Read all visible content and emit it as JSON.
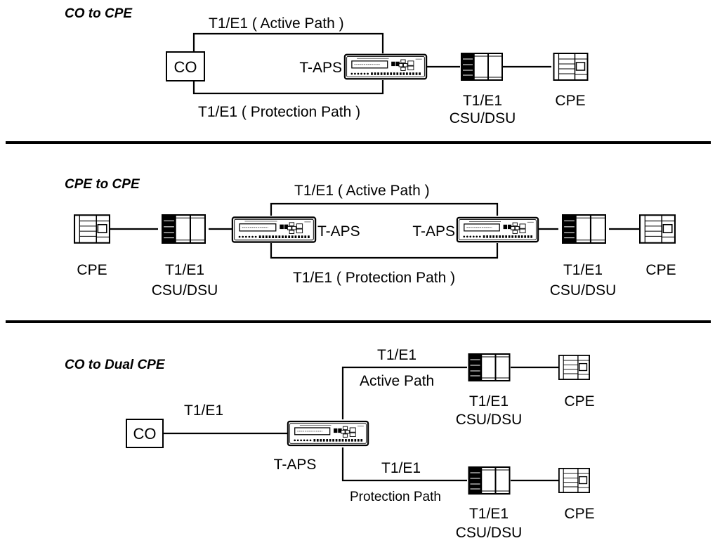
{
  "sections": [
    {
      "title": "CO to CPE",
      "co_label": "CO",
      "device_label": "T-APS",
      "active_path": "T1/E1 ( Active Path )",
      "protection_path": "T1/E1  ( Protection Path )",
      "csu_line1": "T1/E1",
      "csu_line2": "CSU/DSU",
      "cpe_label": "CPE"
    },
    {
      "title": "CPE to CPE",
      "left_cpe": "CPE",
      "left_csu_line1": "T1/E1",
      "left_csu_line2": "CSU/DSU",
      "left_device": "T-APS",
      "right_device": "T-APS",
      "active_path": "T1/E1  ( Active Path )",
      "protection_path": "T1/E1  ( Protection Path )",
      "right_csu_line1": "T1/E1",
      "right_csu_line2": "CSU/DSU",
      "right_cpe": "CPE"
    },
    {
      "title": "CO to Dual CPE",
      "co_label": "CO",
      "co_link": "T1/E1",
      "device_label": "T-APS",
      "active_link": "T1/E1",
      "active_path": "Active Path",
      "protection_link": "T1/E1",
      "protection_path": "Protection Path",
      "top_csu_line1": "T1/E1",
      "top_csu_line2": "CSU/DSU",
      "top_cpe": "CPE",
      "bottom_csu_line1": "T1/E1",
      "bottom_csu_line2": "CSU/DSU",
      "bottom_cpe": "CPE"
    }
  ]
}
